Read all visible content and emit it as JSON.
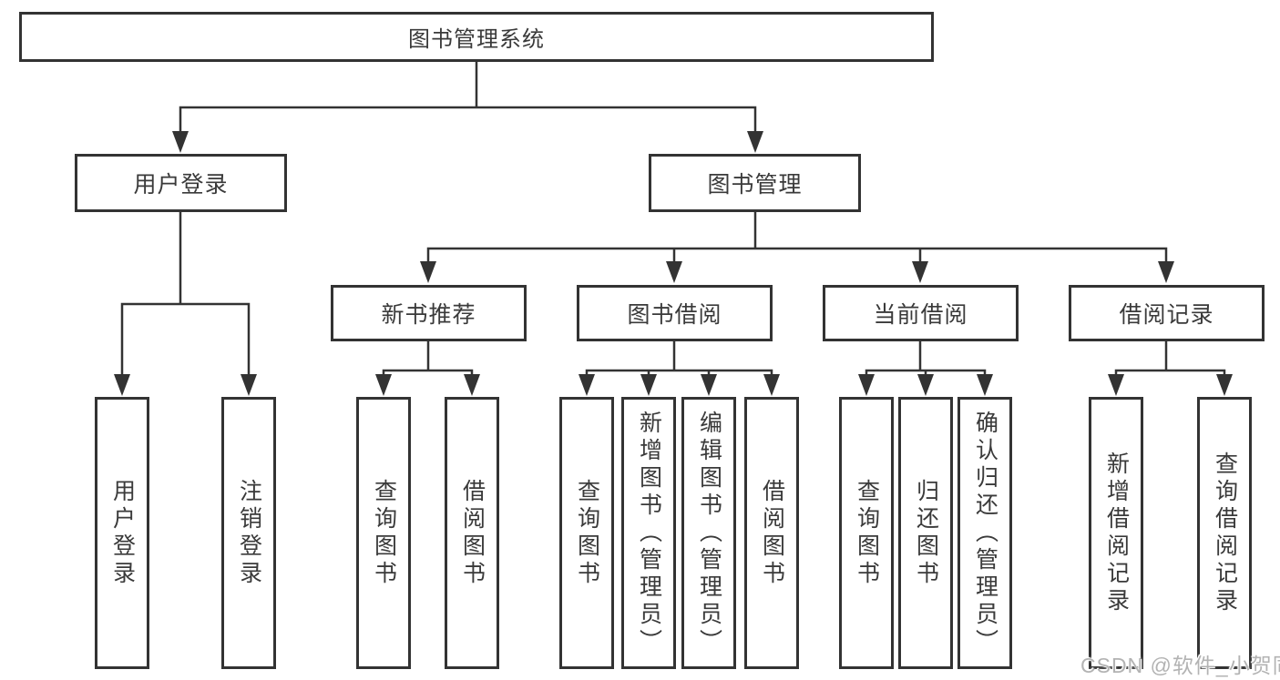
{
  "diagram": {
    "type": "feature-tree",
    "root": {
      "label": "图书管理系统"
    },
    "level2": [
      {
        "label": "用户登录",
        "parent": "图书管理系统"
      },
      {
        "label": "图书管理",
        "parent": "图书管理系统"
      }
    ],
    "categories": [
      {
        "label": "新书推荐",
        "parent": "图书管理"
      },
      {
        "label": "图书借阅",
        "parent": "图书管理"
      },
      {
        "label": "当前借阅",
        "parent": "图书管理"
      },
      {
        "label": "借阅记录",
        "parent": "图书管理"
      }
    ],
    "leaves": [
      {
        "label": "用户登录",
        "parent": "用户登录"
      },
      {
        "label": "注销登录",
        "parent": "用户登录"
      },
      {
        "label": "查询图书",
        "parent": "新书推荐"
      },
      {
        "label": "借阅图书",
        "parent": "新书推荐"
      },
      {
        "label": "查询图书",
        "parent": "图书借阅"
      },
      {
        "label": "新增图书（管理员）",
        "parent": "图书借阅"
      },
      {
        "label": "编辑图书（管理员）",
        "parent": "图书借阅"
      },
      {
        "label": "借阅图书",
        "parent": "图书借阅"
      },
      {
        "label": "查询图书",
        "parent": "当前借阅"
      },
      {
        "label": "归还图书",
        "parent": "当前借阅"
      },
      {
        "label": "确认归还（管理员）",
        "parent": "当前借阅"
      },
      {
        "label": "新增借阅记录",
        "parent": "借阅记录"
      },
      {
        "label": "查询借阅记录",
        "parent": "借阅记录"
      }
    ]
  },
  "watermark": {
    "text": "CSDN @软件_小贺同学"
  },
  "colors": {
    "line": "#333333",
    "border": "#333333",
    "text": "#3a3a3a",
    "background": "#ffffff",
    "watermark": "#b3b3b3"
  }
}
